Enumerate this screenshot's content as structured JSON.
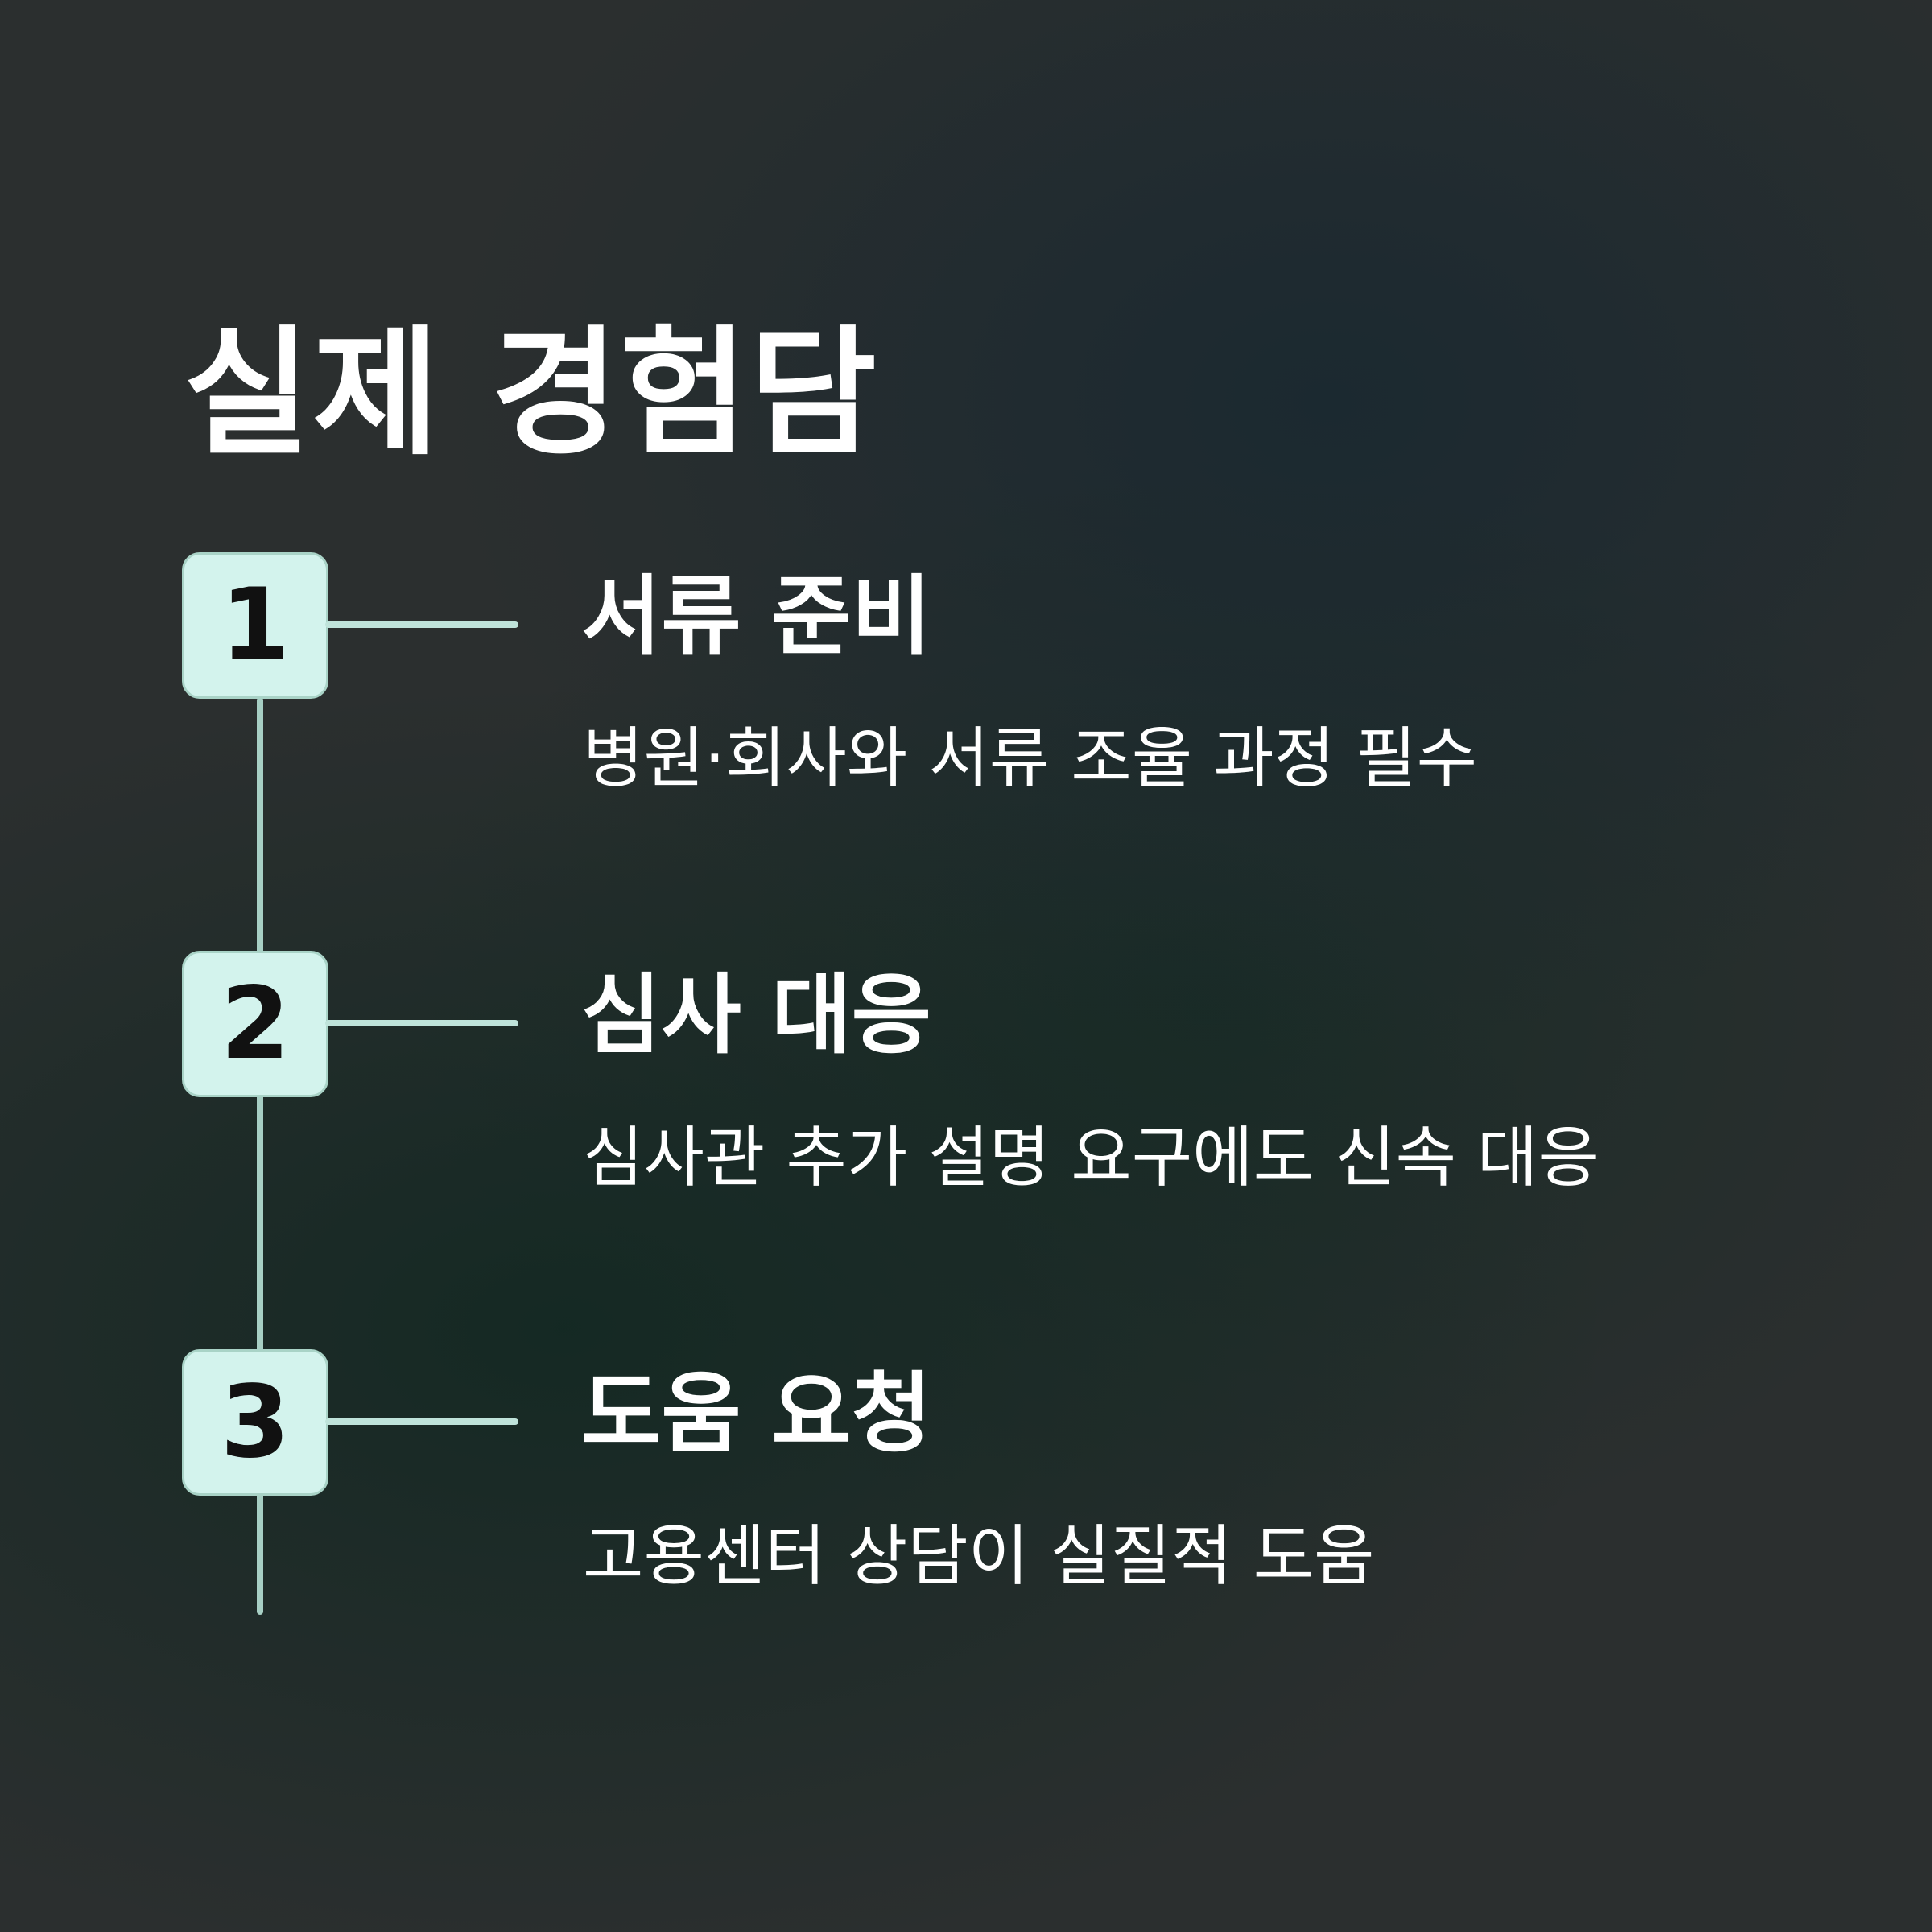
{
  "title": "실제 경험담",
  "steps": [
    {
      "number": "1",
      "title": "서류 준비",
      "description": "병원·회사와 서류 조율 과정 필수"
    },
    {
      "number": "2",
      "title": "심사 대응",
      "description": "심사관 추가 설명 요구에도 신속 대응"
    },
    {
      "number": "3",
      "title": "도움 요청",
      "description": "고용센터 상담이 실질적 도움"
    }
  ],
  "colors": {
    "badge_background": "#d3f3ed",
    "line": "#a7cfc4",
    "text": "#ffffff"
  }
}
